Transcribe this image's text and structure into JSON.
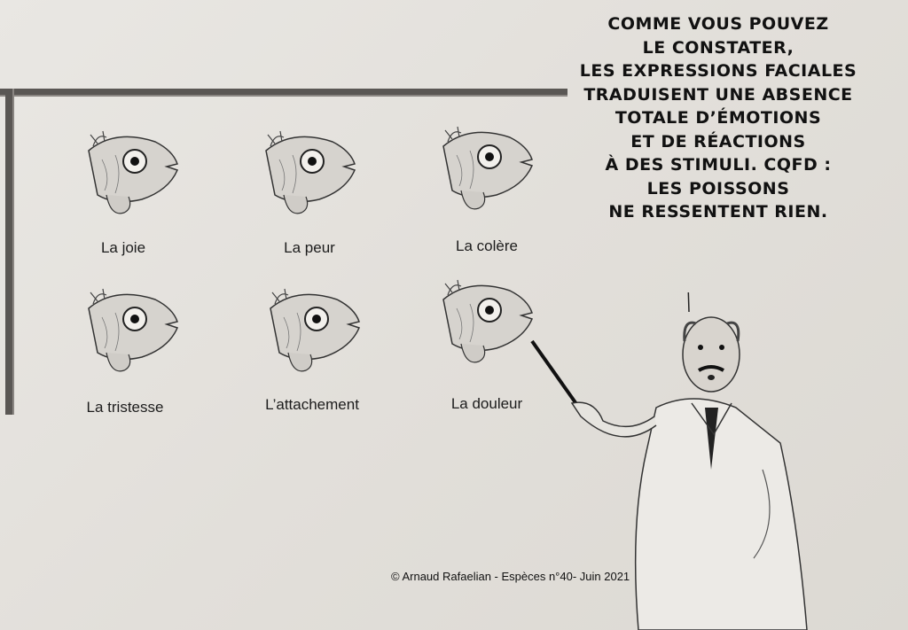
{
  "board": {
    "labels": [
      "La joie",
      "La peur",
      "La colère",
      "La tristesse",
      "L’attachement",
      "La douleur"
    ]
  },
  "speech_bubble": {
    "lines": [
      "COMME VOUS POUVEZ",
      "LE CONSTATER,",
      "LES EXPRESSIONS FACIALES",
      "TRADUISENT UNE ABSENCE",
      "TOTALE D’ÉMOTIONS",
      "ET DE RÉACTIONS",
      "À DES STIMULI. CQFD :",
      "LES POISSONS",
      "NE RESSENTENT RIEN."
    ]
  },
  "credit": "© Arnaud Rafaelian - Espèces n°40- Juin 2021"
}
